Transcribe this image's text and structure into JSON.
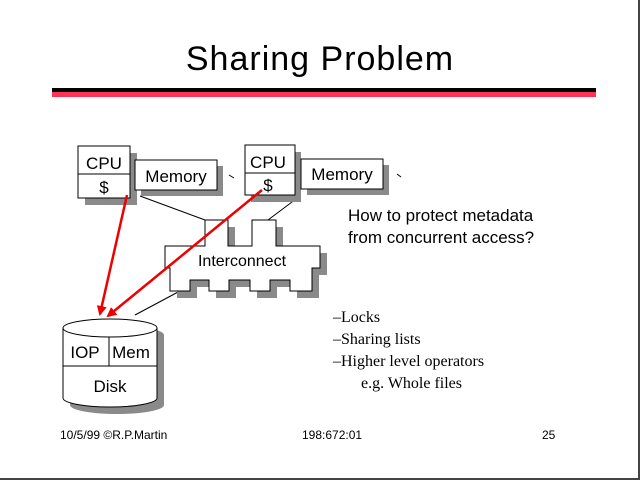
{
  "slide": {
    "title": "Sharing Problem",
    "colors": {
      "accent": "#ff3355",
      "rule": "#000000",
      "arrow": "#ee0000"
    }
  },
  "diagram": {
    "cpu1": {
      "top": "CPU",
      "bottom": "$"
    },
    "memory1": "Memory",
    "cpu2": {
      "top": "CPU",
      "bottom": "$"
    },
    "memory2": "Memory",
    "interconnect": "Interconnect",
    "disk": {
      "iop": "IOP",
      "mem": "Mem",
      "label": "Disk"
    }
  },
  "question": [
    "How to protect metadata",
    "from concurrent access?"
  ],
  "bullets": [
    "–Locks",
    "–Sharing lists",
    "–Higher level operators"
  ],
  "bullet_sub": "e.g. Whole files",
  "footer": {
    "left": "10/5/99 ©R.P.Martin",
    "center": "198:672:01",
    "right": "25"
  }
}
